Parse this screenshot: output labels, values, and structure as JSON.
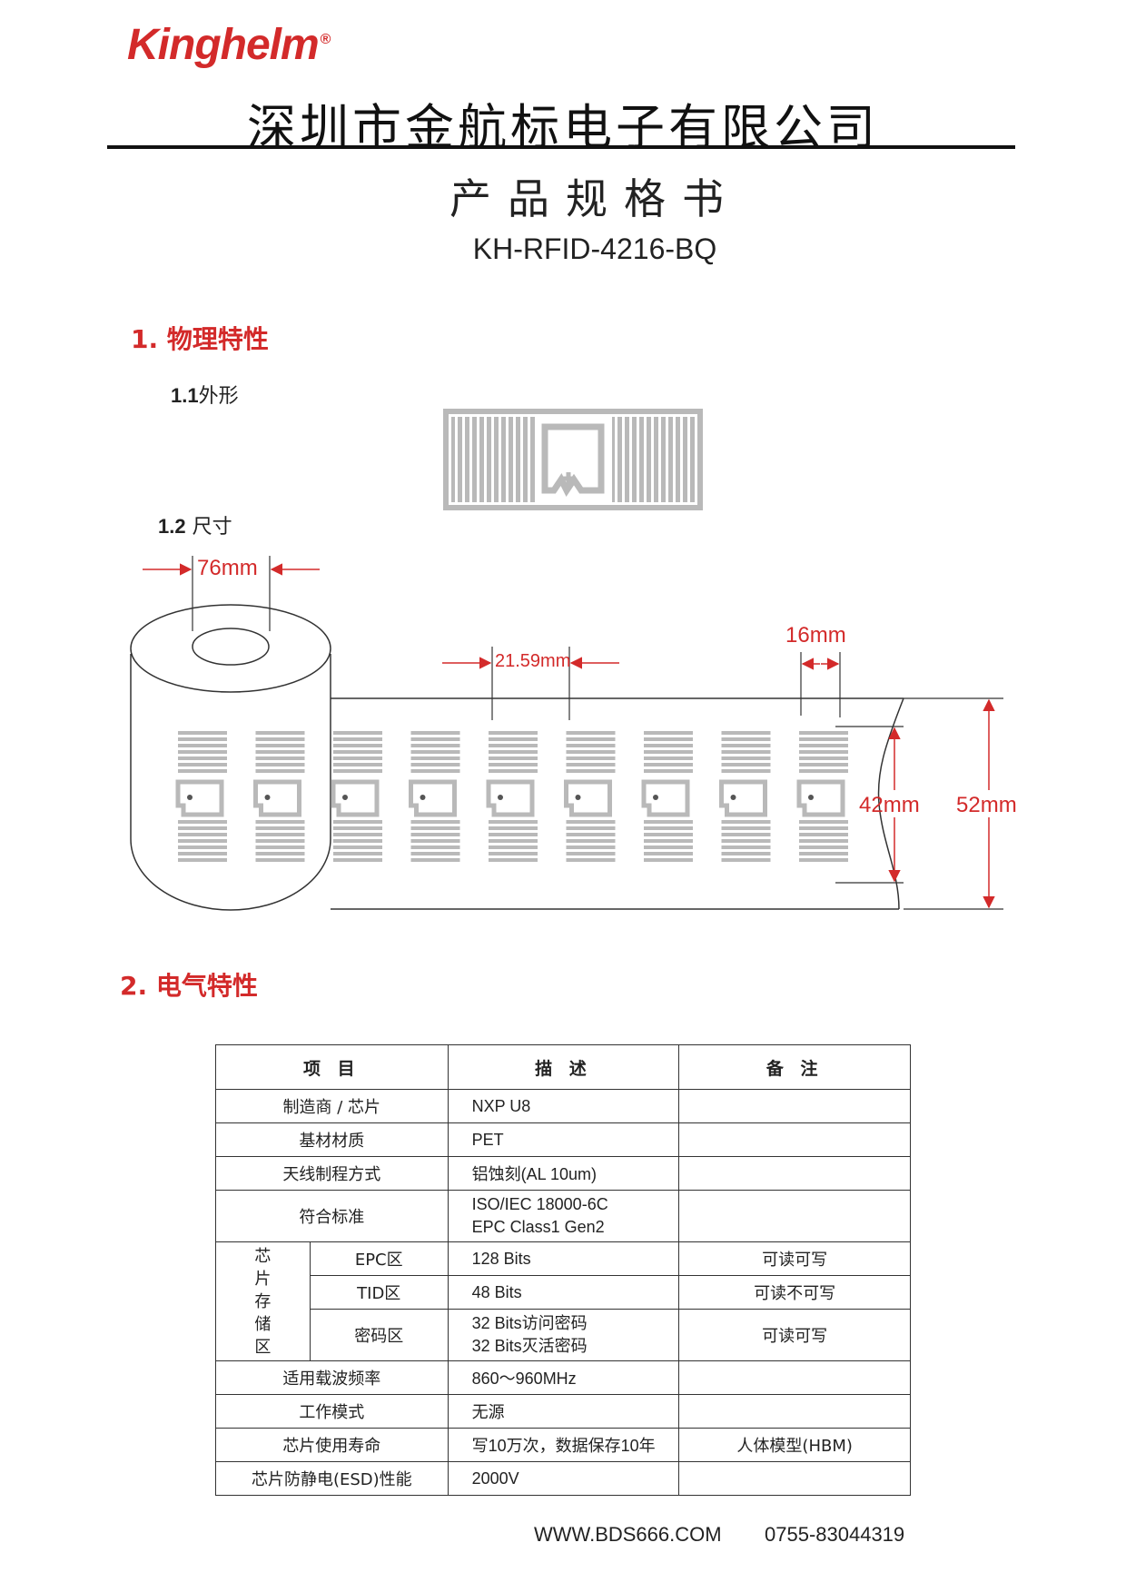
{
  "header": {
    "logo_text": "Kinghelm",
    "logo_mark": "®",
    "company": "深圳市金航标电子有限公司",
    "doc_title": "产品规格书",
    "model": "KH-RFID-4216-BQ"
  },
  "sections": {
    "s1": "1.  物理特性",
    "s1_1_num": "1.1",
    "s1_1_label": "外形",
    "s1_2_num": "1.2",
    "s1_2_label": " 尺寸",
    "s2": "2.  电气特性"
  },
  "dimensions": {
    "core": "76mm",
    "pitch": "21.59mm",
    "inlay_width": "16mm",
    "inlay_height": "42mm",
    "web_width": "52mm"
  },
  "colors": {
    "accent": "#d32a2a",
    "antenna": "#b9b9b9"
  },
  "table": {
    "headers": [
      "项    目",
      "描    述",
      "备    注"
    ],
    "rows": {
      "maker": {
        "item": "制造商 / 芯片",
        "desc": "NXP U8",
        "note": ""
      },
      "substrate": {
        "item": "基材材质",
        "desc": "PET",
        "note": ""
      },
      "antenna": {
        "item": "天线制程方式",
        "desc": "铝蚀刻(AL 10um)",
        "note": ""
      },
      "standard": {
        "item": "符合标准",
        "desc1": "ISO/IEC 18000-6C",
        "desc2": "EPC Class1 Gen2",
        "note": ""
      },
      "memory_group": [
        "芯",
        "片",
        "存",
        "储",
        "区"
      ],
      "epc": {
        "item": "EPC区",
        "desc": "128 Bits",
        "note": "可读可写"
      },
      "tid": {
        "item": "TID区",
        "desc": "48 Bits",
        "note": "可读不可写"
      },
      "pwd": {
        "item": "密码区",
        "desc1": "32 Bits访问密码",
        "desc2": "32 Bits灭活密码",
        "note": "可读可写"
      },
      "freq": {
        "item": "适用载波频率",
        "desc": "860～960MHz",
        "note": ""
      },
      "mode": {
        "item": "工作模式",
        "desc": "无源",
        "note": ""
      },
      "life": {
        "item": "芯片使用寿命",
        "desc": "写10万次，数据保存10年",
        "note": "人体模型(HBM)"
      },
      "esd": {
        "item": "芯片防静电(ESD)性能",
        "desc": "2000V",
        "note": ""
      }
    }
  },
  "footer": {
    "website": "WWW.BDS666.COM",
    "phone": "0755-83044319"
  }
}
